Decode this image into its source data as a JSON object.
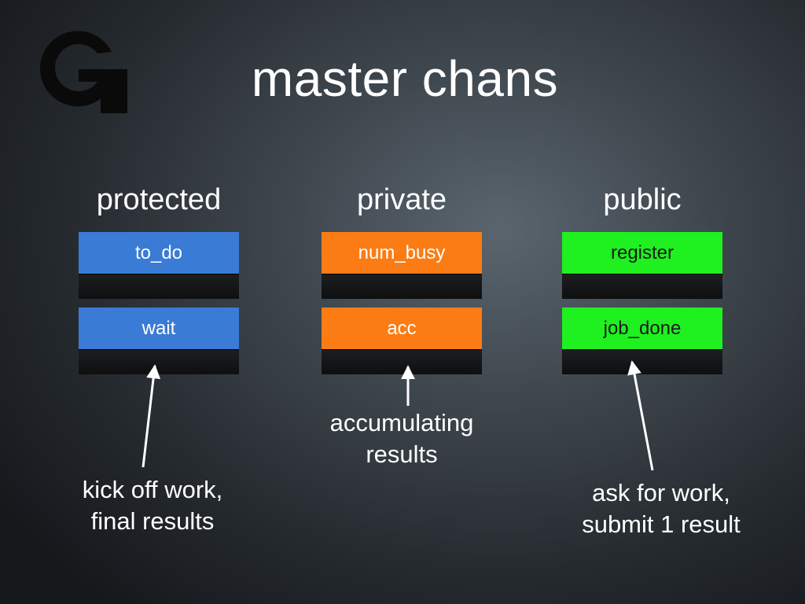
{
  "title": "master chans",
  "columns": [
    {
      "header": "protected",
      "channels": [
        "to_do",
        "wait"
      ],
      "color": "#3a7bd5"
    },
    {
      "header": "private",
      "channels": [
        "num_busy",
        "acc"
      ],
      "color": "#fb7c14"
    },
    {
      "header": "public",
      "channels": [
        "register",
        "job_done"
      ],
      "color": "#1ff01f"
    }
  ],
  "annotations": {
    "protected": [
      "kick off work,",
      "final results"
    ],
    "private": [
      "accumulating",
      "results"
    ],
    "public": [
      "ask for work,",
      "submit 1 result"
    ]
  },
  "logo_icon": "g-logo-icon"
}
